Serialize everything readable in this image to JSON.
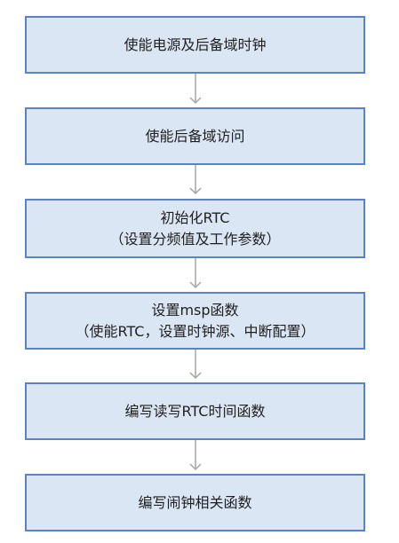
{
  "steps": [
    {
      "lines": [
        "使能电源及后备域时钟"
      ]
    },
    {
      "lines": [
        "使能后备域访问"
      ]
    },
    {
      "lines": [
        "初始化RTC",
        "（设置分频值及工作参数）"
      ]
    },
    {
      "lines": [
        "设置msp函数",
        "（使能RTC，设置时钟源、中断配置）"
      ]
    },
    {
      "lines": [
        "编写读写RTC时间函数"
      ]
    },
    {
      "lines": [
        "编写闹钟相关函数"
      ]
    }
  ],
  "colors": {
    "box_fill": "#dbe6f5",
    "box_border": "#5b82c5",
    "arrow": "#a6a6a6",
    "text": "#1f1f1f"
  }
}
